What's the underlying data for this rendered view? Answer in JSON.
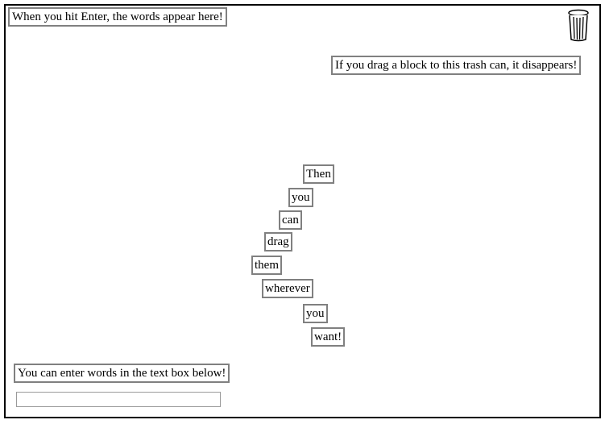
{
  "board": {
    "top_hint": "When you hit Enter, the words appear here!",
    "trash_hint": "If you drag a block to this trash can, it disappears!",
    "bottom_hint": "You can enter words in the text box below!",
    "trash_icon": "trash-can-icon"
  },
  "words": [
    "Then",
    "you",
    "can",
    "drag",
    "them",
    "wherever",
    "you",
    "want!"
  ],
  "input": {
    "value": "",
    "placeholder": ""
  }
}
